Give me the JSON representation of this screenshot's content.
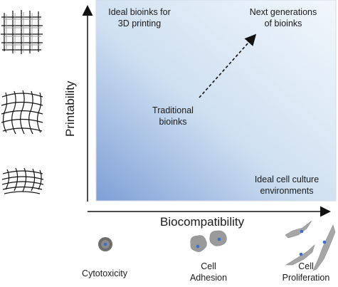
{
  "labels": {
    "top_left": [
      "Ideal bioinks for",
      "3D printing"
    ],
    "top_right": [
      "Next generations",
      "of bioinks"
    ],
    "middle": [
      "Traditional",
      "bioinks"
    ],
    "bottom_right": [
      "Ideal cell culture",
      "environments"
    ]
  },
  "axes": {
    "x_label": "Biocompatibility",
    "y_label": "Printability"
  },
  "bottom_icons": {
    "cytotoxicity": "Cytotoxicity",
    "cell_adhesion": [
      "Cell",
      "Adhesion"
    ],
    "cell_proliferation": [
      "Cell",
      "Proliferation"
    ]
  },
  "colors": {
    "gradient_light": "#eef5fb",
    "gradient_dark": "#7e9fd6",
    "cell_gray": "#9a9a9a",
    "nucleus_blue": "#3a6fd0"
  }
}
